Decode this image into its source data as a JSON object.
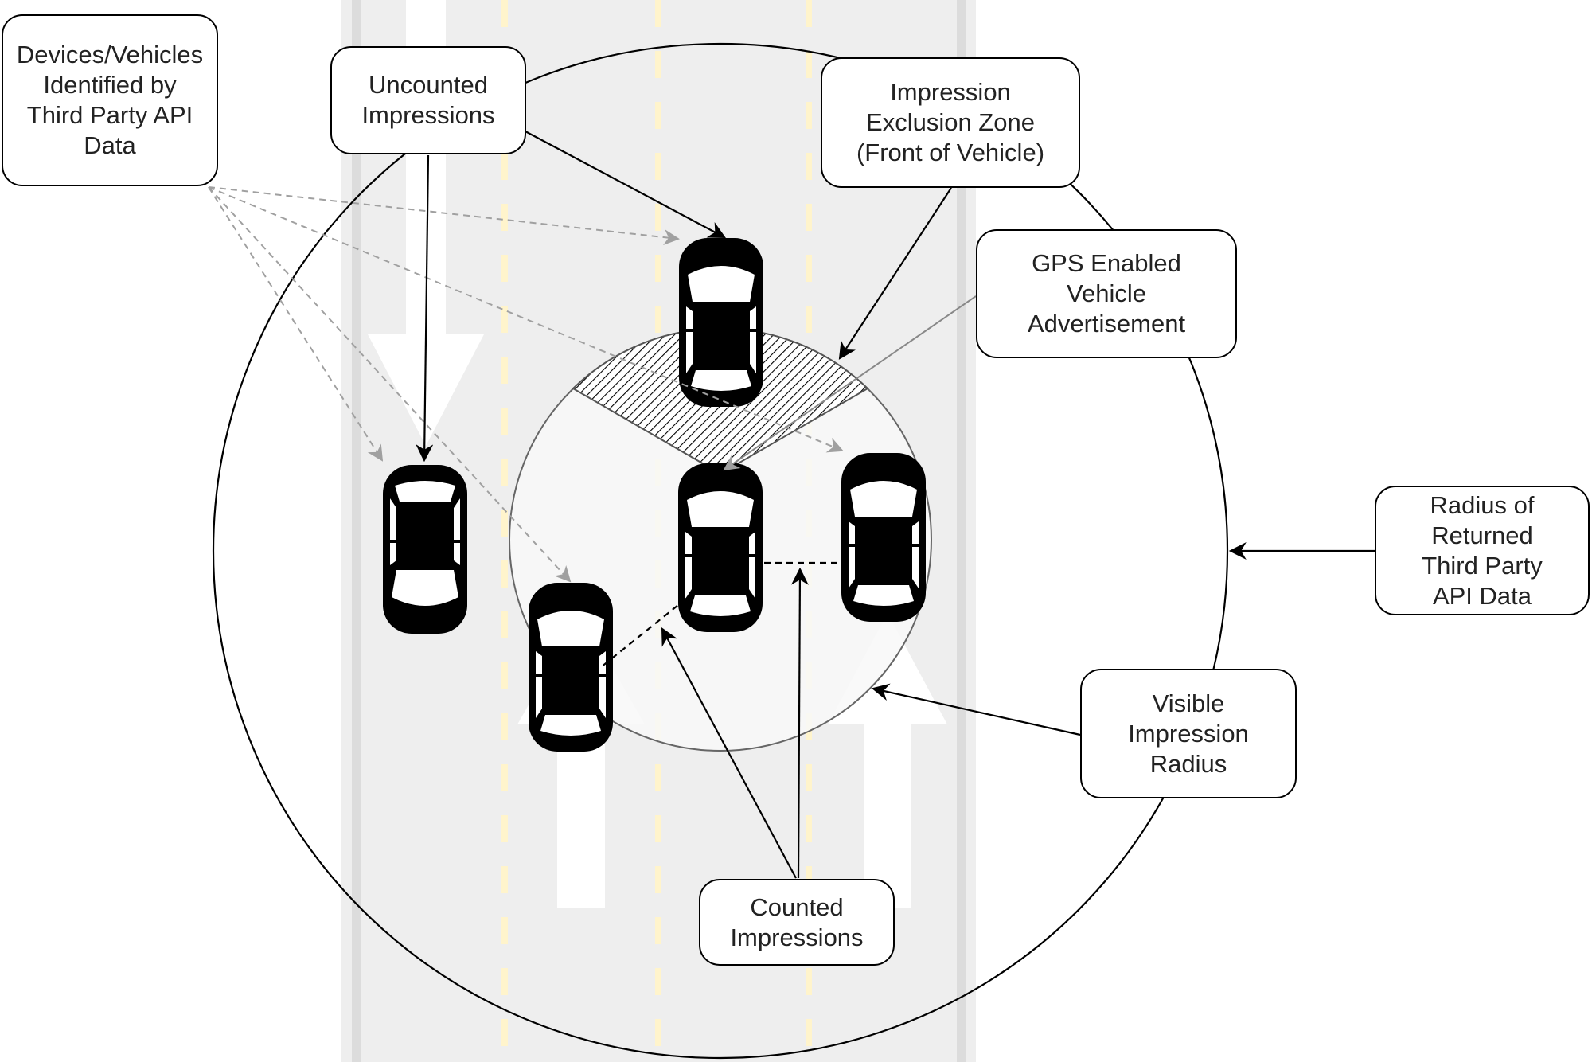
{
  "labels": {
    "devices_identified": "Devices/Vehicles\nIdentified by\nThird Party API\nData",
    "uncounted_impressions": "Uncounted\nImpressions",
    "exclusion_zone": "Impression\nExclusion Zone\n(Front of Vehicle)",
    "gps_vehicle": "GPS Enabled\nVehicle\nAdvertisement",
    "radius_api": "Radius of\nReturned\nThird Party\nAPI Data",
    "visible_radius": "Visible\nImpression\nRadius",
    "counted_impressions": "Counted\nImpressions"
  },
  "colors": {
    "road": "#eeeeee",
    "lane_dash": "#fff4cc",
    "lane_arrow": "#ffffff",
    "visible_zone": "#f8f8f8",
    "car": "#000000",
    "line": "#000000",
    "dashed_gray": "#a0a0a0"
  },
  "icons": {
    "vehicle": "car-top-view-icon",
    "lane_arrow": "arrow-up-icon"
  }
}
